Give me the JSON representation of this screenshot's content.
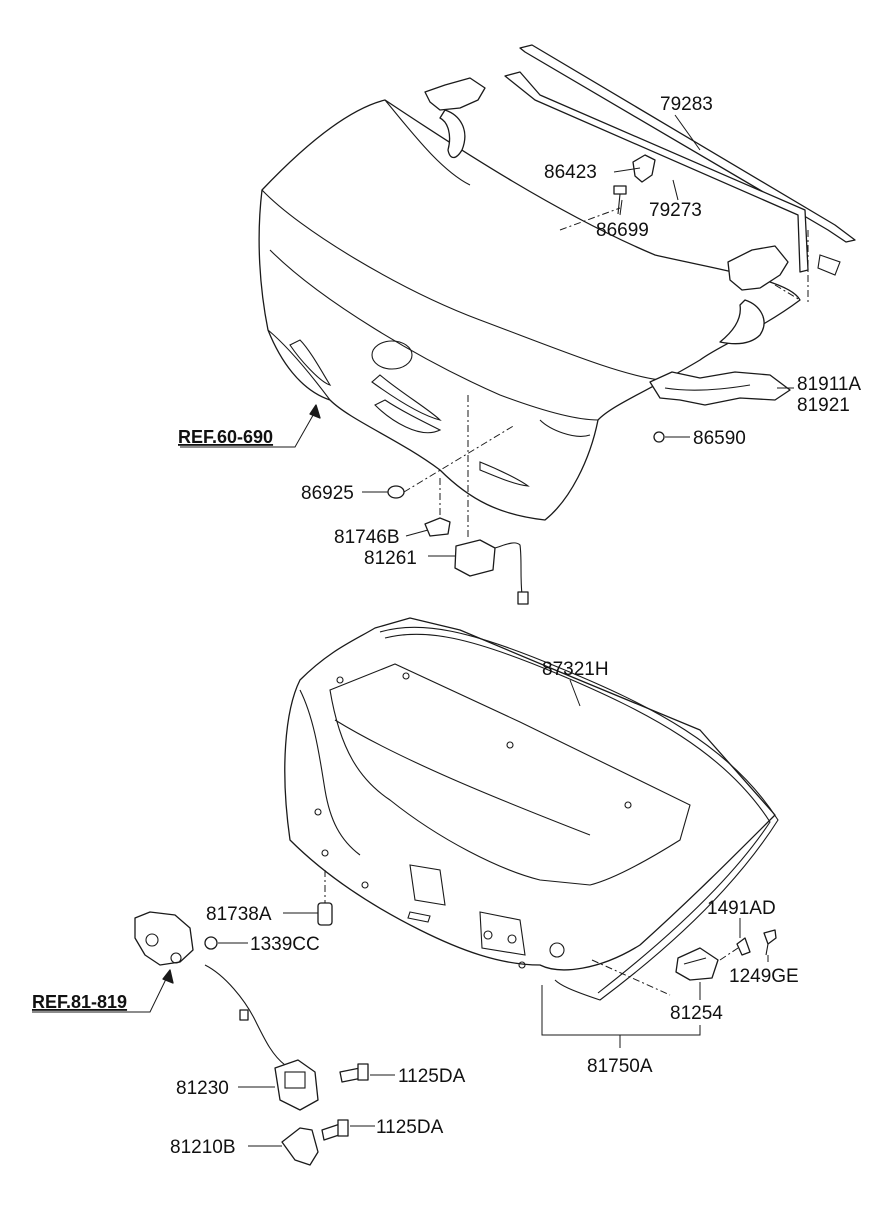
{
  "refs": {
    "trunk_lid_ref": "REF.60-690",
    "latch_ref": "REF.81-819"
  },
  "parts": {
    "p79283": "79283",
    "p86423": "86423",
    "p79273": "79273",
    "p86699": "86699",
    "p81911a": "81911A",
    "p81921": "81921",
    "p86590": "86590",
    "p86925": "86925",
    "p81746b": "81746B",
    "p81261": "81261",
    "p87321h": "87321H",
    "p81738a": "81738A",
    "p1339cc": "1339CC",
    "p1491ad": "1491AD",
    "p1249ge": "1249GE",
    "p81254": "81254",
    "p81750a": "81750A",
    "p81230": "81230",
    "p1125da_upper": "1125DA",
    "p1125da_lower": "1125DA",
    "p81210b": "81210B"
  },
  "colors": {
    "line": "#1a1a1a",
    "background": "#ffffff"
  }
}
